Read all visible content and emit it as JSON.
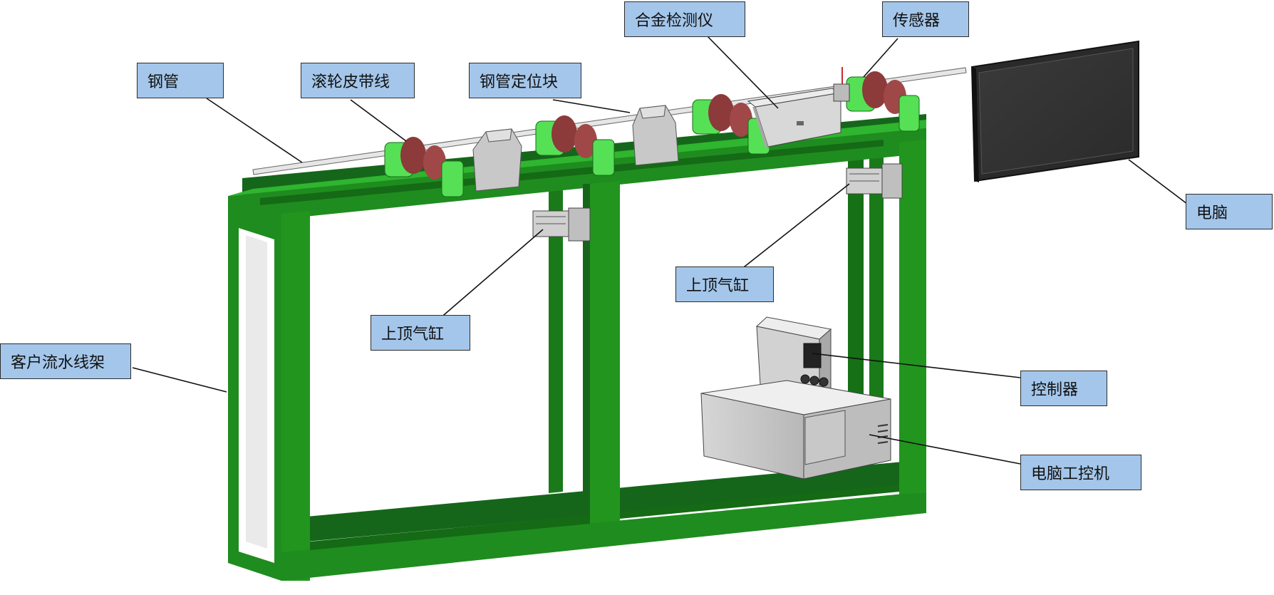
{
  "labels": {
    "gangguan": "钢管",
    "gunlun": "滚轮皮带线",
    "dingweikuai": "钢管定位块",
    "jianceyi": "合金检测仪",
    "chuanganqi": "传感器",
    "diannao": "电脑",
    "qigang_left": "上顶气缸",
    "qigang_right": "上顶气缸",
    "liushuixianjia": "客户流水线架",
    "kongzhiqi": "控制器",
    "gongkongji": "电脑工控机"
  },
  "colors": {
    "frame_green": "#1f8c1f",
    "frame_dark": "#15661a",
    "frame_light": "#2fb52f",
    "roller_red": "#8c3a3a",
    "bracket_green": "#55e055",
    "metal_gray": "#c8c8c8",
    "label_fill": "#a4c6ea",
    "monitor_dark": "#2a2a2a"
  }
}
